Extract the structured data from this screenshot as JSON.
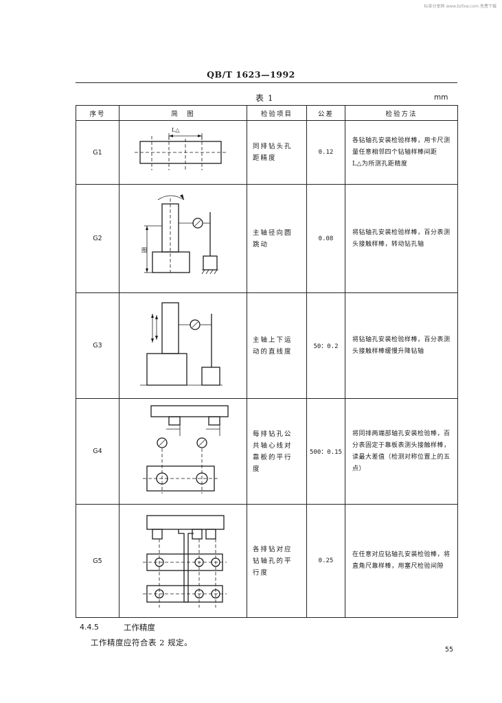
{
  "watermark": "标准分享网 www.bzfxw.com 免费下载",
  "doc_title": "QB/T 1623—1992",
  "table_title": "表 1",
  "unit": "mm",
  "headers": {
    "code": "序号",
    "sketch": "简　图",
    "item": "检验项目",
    "tolerance": "公差",
    "method": "检验方法"
  },
  "rows": [
    {
      "code": "G1",
      "item": "同排钻头孔距精度",
      "tolerance": "0.12",
      "method_lines": [
        "各钻轴孔安装检验样棒，用卡尺测量任意相邻四个钻轴样棒间距",
        "L△为所测孔距精度"
      ],
      "sketch_label": "L△"
    },
    {
      "code": "G2",
      "item": "主轴径向圆跳动",
      "tolerance": "0.08",
      "method_lines": [
        "将钻轴孔安装检验样棒，百分表测头接触样棒，转动钻孔轴"
      ],
      "sketch_label": "图"
    },
    {
      "code": "G3",
      "item": "主轴上下运动的直线度",
      "tolerance": "50：0.2",
      "method_lines": [
        "将钻轴孔安装检验样棒，百分表测头接触样棒缓慢升降钻轴"
      ]
    },
    {
      "code": "G4",
      "item": "每排钻孔公共轴心线对靠板的平行度",
      "tolerance": "500：0.15",
      "method_lines": [
        "将同排两端部轴孔安装检验棒，百分表固定于靠板表测头接触样棒，读最大差值（检测对称位置上的五点）"
      ]
    },
    {
      "code": "G5",
      "item": "各排钻对应钻轴孔的平行度",
      "tolerance": "0.25",
      "method_lines": [
        "在任意对应钻轴孔安装检验棒，将直角尺靠样棒，用塞尺检验间隙"
      ]
    }
  ],
  "section": {
    "number": "4.4.5",
    "title": "工作精度",
    "paragraph": "工作精度应符合表 2 规定。"
  },
  "page_number": "55"
}
